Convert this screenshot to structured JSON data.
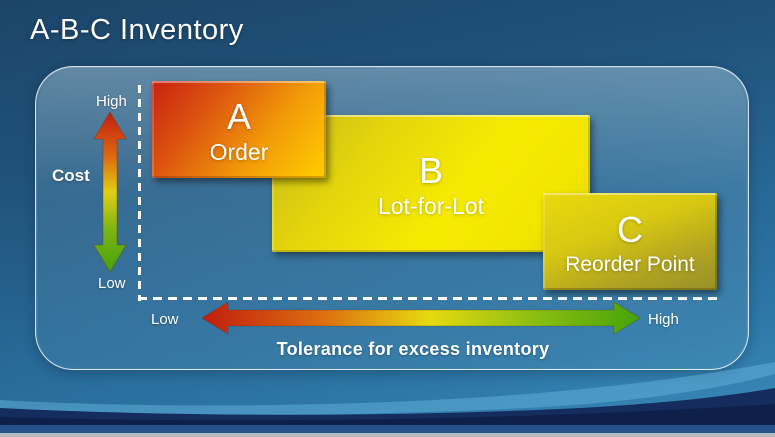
{
  "title": "A-B-C Inventory",
  "axes": {
    "cost": {
      "label": "Cost",
      "high": "High",
      "low": "Low"
    },
    "tolerance": {
      "label": "Tolerance for excess inventory",
      "low": "Low",
      "high": "High"
    }
  },
  "boxes": [
    {
      "letter": "A",
      "label": "Order"
    },
    {
      "letter": "B",
      "label": "Lot-for-Lot"
    },
    {
      "letter": "C",
      "label": "Reorder Point"
    }
  ],
  "colors": {
    "background_top": "#1c4568",
    "background_bottom": "#3a8cba",
    "panel_border": "#ffffff",
    "box_a_start": "#c92110",
    "box_a_end": "#ffcf00",
    "box_b_start": "#c6b81c",
    "box_b_end": "#f7ea02",
    "box_c_start": "#ead90c",
    "box_c_end": "#97902a",
    "arrow_red": "#c2200f",
    "arrow_yellow": "#e3d411",
    "arrow_green": "#4ba50a",
    "wave_light": "#64b2dc",
    "wave_dark": "#142c5e",
    "base_strip_grey": "#b7bcc1"
  }
}
